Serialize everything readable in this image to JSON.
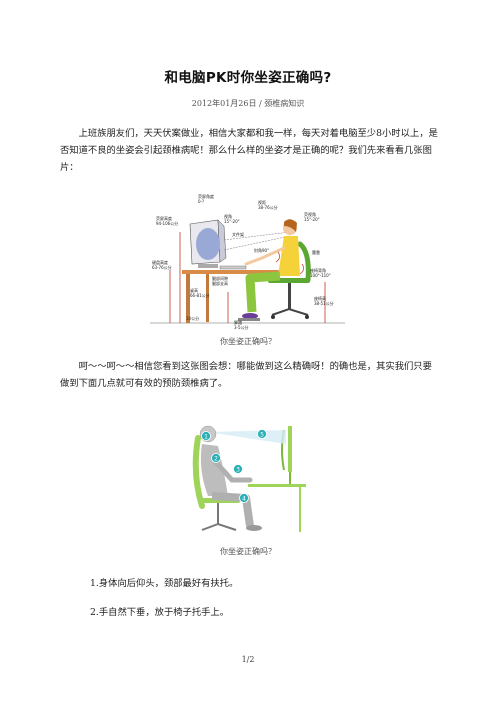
{
  "document": {
    "title": "和电脑PK时你坐姿正确吗?",
    "meta": "2012年01月26日 / 颈椎病知识",
    "paragraph1": "上班族朋友们，天天伏案做业，相信大家都和我一样，每天对着电脑至少8小时以上，是否知道不良的坐姿会引起颈椎病呢！那么什么样的坐姿才是正确的呢？我们先来看看几张图片：",
    "caption1": "你坐姿正确吗？",
    "paragraph2": "呵～～呵～～相信您看到这张图会想：哪能做到这么精确呀！的确也是，其实我们只要做到下面几点就可有效的预防颈椎病了。",
    "caption2": "你坐姿正确吗？",
    "list": [
      "1.身体向后仰头，颈部最好有扶托。",
      "2.手自然下垂，放于椅子托手上。"
    ],
    "page_number": "1/2"
  },
  "figure1": {
    "labels": {
      "screen_tilt": "荧屏角度\n0-?",
      "screen_height": "荧屏高度\n94-106公分",
      "view_angle": "视角\n15°-20°",
      "distance": "视距\n38-76公分",
      "viewing_angle": "荧视角\n15°-20°",
      "doc_holder": "文件架",
      "elbow_angle": "肘角90°",
      "backrest": "腰靠",
      "keyboard_height": "键盘高度\n63-76公分",
      "thigh_clearance": "腿部间隙\n腿部支高",
      "seat_back_angle": "座椅背角\n100°-110°",
      "desk_height": "桌高\n66-81公分",
      "seat_height": "座椅高\n38-51公分",
      "floor_gap": "10公分",
      "footrest": "脚踏\n3-5公分"
    }
  },
  "figure2": {
    "markers": [
      "1",
      "2",
      "3",
      "4",
      "5"
    ]
  },
  "colors": {
    "screen_blue": "#9aa8d6",
    "chair_green": "#5aa832",
    "pants_green": "#8cc63f",
    "desk_orange": "#d98c4a",
    "arrow_red": "#c0392b",
    "body_gray": "#b9b9b9",
    "marker_teal": "#2ab0b8"
  }
}
